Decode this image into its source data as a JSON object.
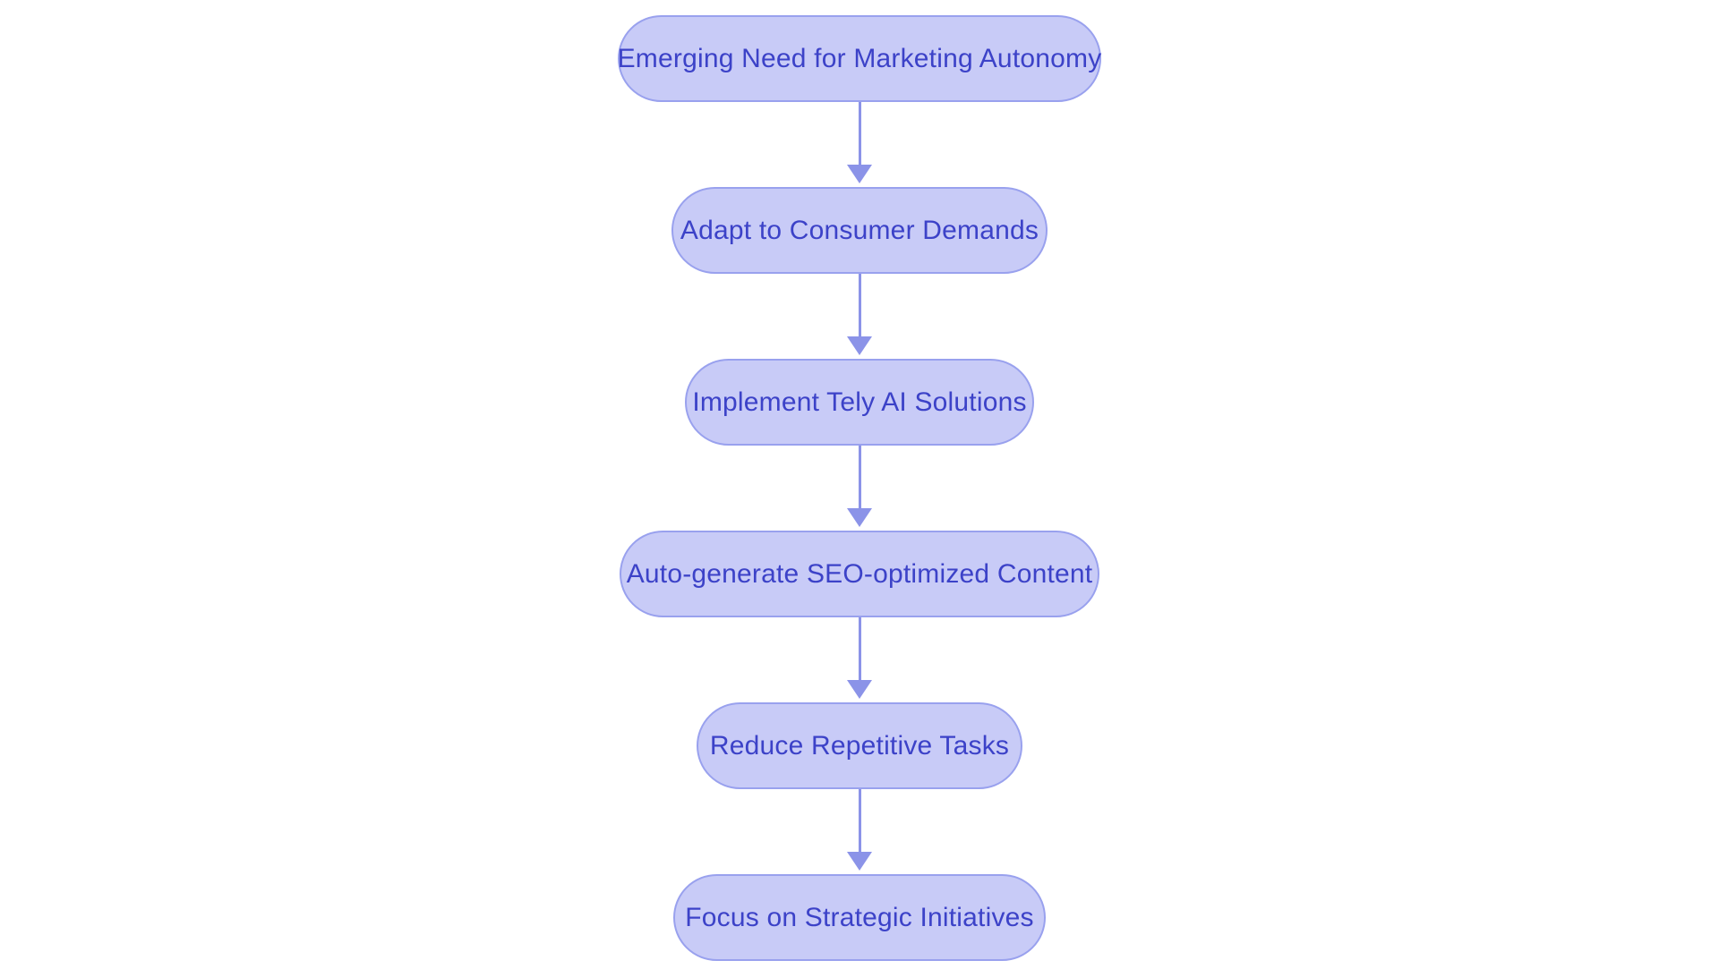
{
  "diagram": {
    "type": "flowchart",
    "direction": "top-to-bottom",
    "nodes": [
      {
        "id": "n1",
        "label": "Emerging Need for Marketing Autonomy"
      },
      {
        "id": "n2",
        "label": "Adapt to Consumer Demands"
      },
      {
        "id": "n3",
        "label": "Implement Tely AI Solutions"
      },
      {
        "id": "n4",
        "label": "Auto-generate SEO-optimized Content"
      },
      {
        "id": "n5",
        "label": "Reduce Repetitive Tasks"
      },
      {
        "id": "n6",
        "label": "Focus on Strategic Initiatives"
      }
    ],
    "edges": [
      {
        "from": "n1",
        "to": "n2",
        "style": "arrow-down"
      },
      {
        "from": "n2",
        "to": "n3",
        "style": "arrow-down"
      },
      {
        "from": "n3",
        "to": "n4",
        "style": "arrow-down"
      },
      {
        "from": "n4",
        "to": "n5",
        "style": "arrow-down"
      },
      {
        "from": "n5",
        "to": "n6",
        "style": "arrow-down"
      }
    ],
    "colors": {
      "node_fill": "#c8cbf7",
      "node_border": "#99a1ee",
      "node_text": "#3c42c8",
      "arrow": "#8b93e8",
      "background": "#ffffff"
    }
  }
}
